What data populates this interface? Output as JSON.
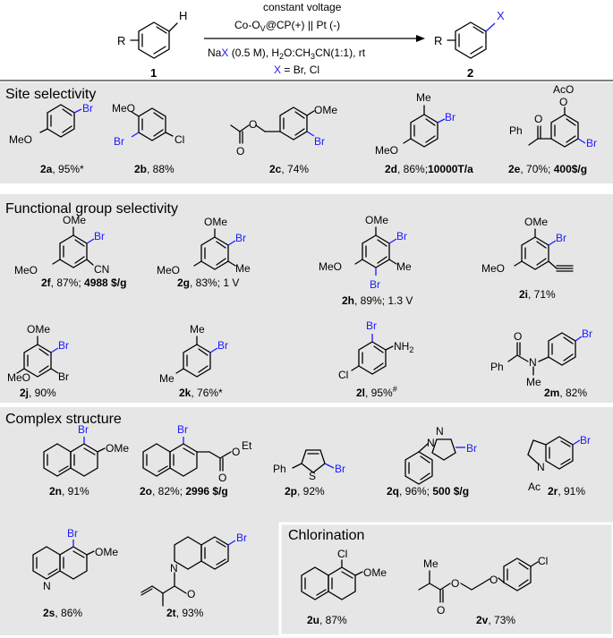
{
  "header": {
    "reactant_h": "H",
    "reactant_r": "R",
    "reactant_num": "1",
    "product_x": "X",
    "product_r": "R",
    "product_num": "2",
    "cond1": "constant voltage",
    "cond2a": "Co-O",
    "cond2sub": "V",
    "cond2b": "@CP(+) || Pt (-)",
    "cond3a": "Na",
    "cond3x": "X",
    "cond3b": " (0.5 M), H",
    "cond3sub1": "2",
    "cond3c": "O:CH",
    "cond3sub2": "3",
    "cond3d": "CN(1:1), rt",
    "cond4x": "X",
    "cond4b": " = Br, Cl"
  },
  "sections": {
    "site": "Site selectivity",
    "functional": "Functional group selectivity",
    "complex": "Complex structure",
    "chlorination": "Chlorination"
  },
  "atoms": {
    "br": "Br",
    "cl": "Cl",
    "meo": "MeO",
    "ome": "OMe",
    "me": "Me",
    "o": "O",
    "aco": "AcO",
    "ph": "Ph",
    "cn": "CN",
    "nh": "NH",
    "two": "2",
    "n": "N",
    "et": "Et",
    "s": "S",
    "ac": "Ac"
  },
  "compounds": {
    "c2a": {
      "id": "2a",
      "note": ", 95%*"
    },
    "c2b": {
      "id": "2b",
      "note": ", 88%"
    },
    "c2c": {
      "id": "2c",
      "note": ", 74%"
    },
    "c2d": {
      "id": "2d",
      "note": ", 86%;",
      "bold": "10000T/a"
    },
    "c2e": {
      "id": "2e",
      "note": ", 70%; ",
      "bold": "400$/g"
    },
    "c2f": {
      "id": "2f",
      "note": ", 87%; ",
      "bold": "4988 $/g"
    },
    "c2g": {
      "id": "2g",
      "note": ", 83%; 1 V"
    },
    "c2h": {
      "id": "2h",
      "note": ", 89%; 1.3 V"
    },
    "c2i": {
      "id": "2i",
      "note": ", 71%"
    },
    "c2j": {
      "id": "2j",
      "note": ", 90%"
    },
    "c2k": {
      "id": "2k",
      "note": ", 76%*"
    },
    "c2l": {
      "id": "2l",
      "note": ", 95%",
      "sup": "#"
    },
    "c2m": {
      "id": "2m",
      "note": ", 82%"
    },
    "c2n": {
      "id": "2n",
      "note": ", 91%"
    },
    "c2o": {
      "id": "2o",
      "note": ", 82%; ",
      "bold": "2996 $/g"
    },
    "c2p": {
      "id": "2p",
      "note": ", 92%"
    },
    "c2q": {
      "id": "2q",
      "note": ", 96%;  ",
      "bold": "500 $/g"
    },
    "c2r": {
      "id": "2r",
      "note": ", 91%"
    },
    "c2s": {
      "id": "2s",
      "note": ", 86%"
    },
    "c2t": {
      "id": "2t",
      "note": ", 93%"
    },
    "c2u": {
      "id": "2u",
      "note": ", 87%"
    },
    "c2v": {
      "id": "2v",
      "note": ", 73%"
    }
  }
}
